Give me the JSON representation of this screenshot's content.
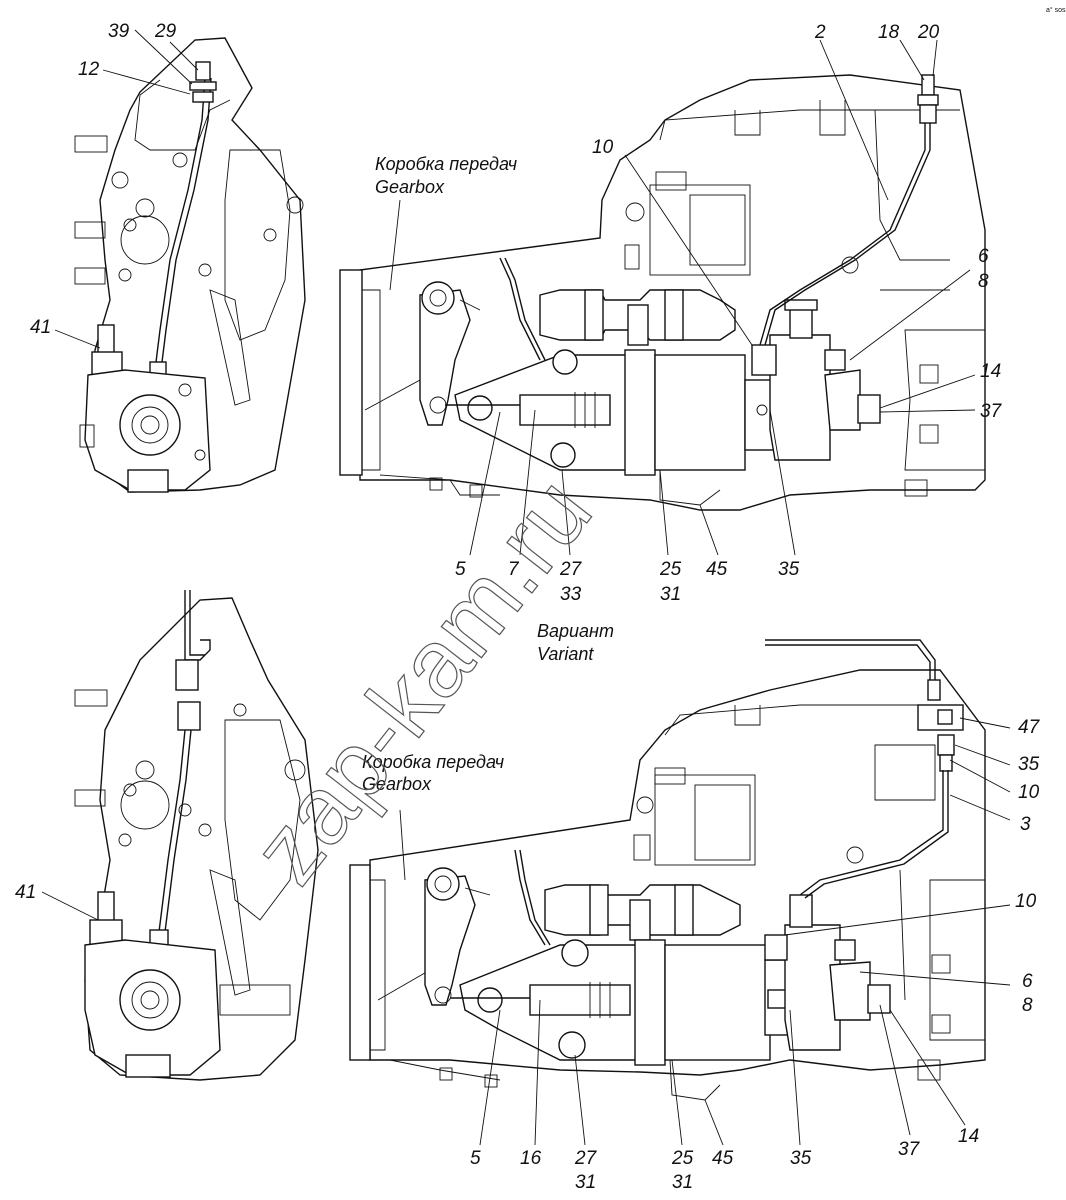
{
  "corner_mark": "a° sos",
  "watermark": "zap-kam.ru",
  "captions": {
    "gearbox_top_ru": "Коробка передач",
    "gearbox_top_en": "Gearbox",
    "gearbox_bottom_ru": "Коробка передач",
    "gearbox_bottom_en": "Gearbox",
    "variant_ru": "Вариант",
    "variant_en": "Variant"
  },
  "callouts_top": {
    "c39": "39",
    "c29": "29",
    "c12": "12",
    "c41": "41",
    "c2": "2",
    "c18": "18",
    "c20": "20",
    "c10": "10",
    "c6": "6",
    "c8": "8",
    "c14": "14",
    "c37": "37",
    "c5": "5",
    "c7": "7",
    "c27": "27",
    "c33": "33",
    "c25": "25",
    "c31": "31",
    "c45": "45",
    "c35": "35"
  },
  "callouts_bottom": {
    "c41": "41",
    "c47": "47",
    "c35a": "35",
    "c10a": "10",
    "c3": "3",
    "c10b": "10",
    "c6": "6",
    "c8": "8",
    "c5": "5",
    "c16": "16",
    "c27": "27",
    "c31a": "31",
    "c25": "25",
    "c31b": "31",
    "c45": "45",
    "c35b": "35",
    "c37": "37",
    "c14": "14"
  }
}
